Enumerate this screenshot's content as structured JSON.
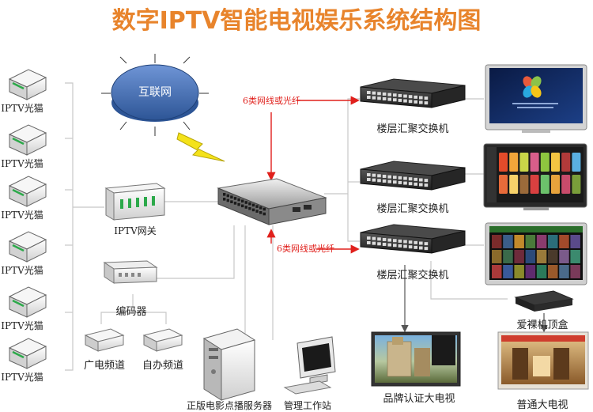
{
  "title": "数字IPTV智能电视娱乐系统结构图",
  "internet": "互联网",
  "link_label_top": "6类网线或光纤",
  "link_label_bottom": "6类网线或光纤",
  "optical_modems": [
    "IPTV光猫",
    "IPTV光猫",
    "IPTV光猫",
    "IPTV光猫",
    "IPTV光猫",
    "IPTV光猫"
  ],
  "iptv_gateway": "IPTV网关",
  "encoder": "编码器",
  "broadcast_channel": "广电频道",
  "local_channel": "自办频道",
  "movie_server": "正版电影点播服务器",
  "workstation": "管理工作站",
  "floor_switches": [
    "楼层汇聚交换机",
    "楼层汇聚交换机",
    "楼层汇聚交换机"
  ],
  "stb": "爱裸机顶盒",
  "brand_tv": "品牌认证大电视",
  "normal_tv": "普通大电视",
  "colors": {
    "title": "#e8842c",
    "link": "#e0201c",
    "lines": "#c8c8c8",
    "globe": "#3e6db0"
  }
}
